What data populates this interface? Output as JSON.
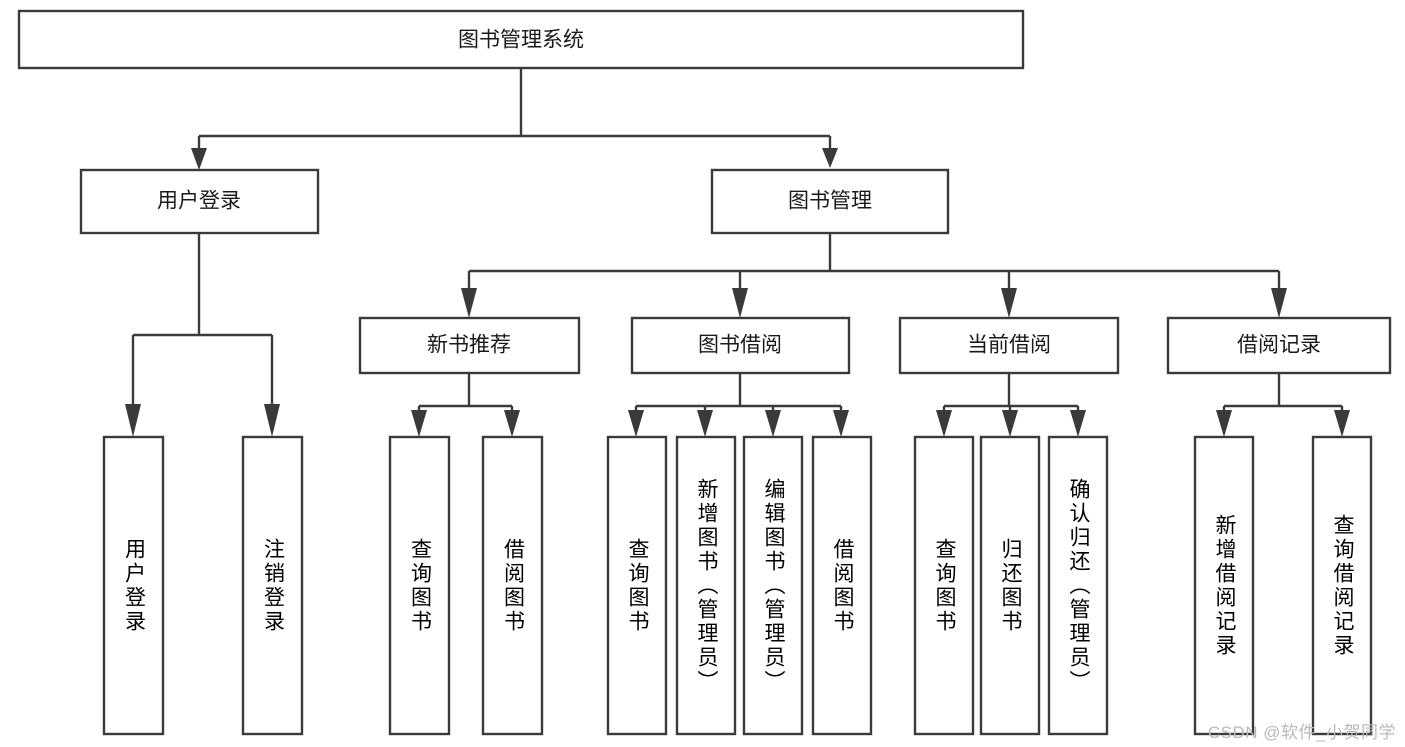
{
  "diagram": {
    "type": "tree-hierarchy",
    "title": "图书管理系统",
    "watermark": "CSDN @软件_小贺同学",
    "colors": {
      "stroke": "#3a3a3a",
      "box_fill": "#ffffff",
      "text": "#1a1a1a",
      "background": "#ffffff",
      "watermark": "#b9b9b9"
    },
    "root": {
      "label": "图书管理系统"
    },
    "level2": [
      {
        "label": "用户登录"
      },
      {
        "label": "图书管理"
      }
    ],
    "level3": [
      {
        "label": "新书推荐"
      },
      {
        "label": "图书借阅"
      },
      {
        "label": "当前借阅"
      },
      {
        "label": "借阅记录"
      }
    ],
    "leaves": {
      "user_login": [
        {
          "label": "用户登录"
        },
        {
          "label": "注销登录"
        }
      ],
      "new_book_recommend": [
        {
          "label": "查询图书"
        },
        {
          "label": "借阅图书"
        }
      ],
      "book_borrow": [
        {
          "label": "查询图书"
        },
        {
          "label": "新增图书（管理员）"
        },
        {
          "label": "编辑图书（管理员）"
        },
        {
          "label": "借阅图书"
        }
      ],
      "current_borrow": [
        {
          "label": "查询图书"
        },
        {
          "label": "归还图书"
        },
        {
          "label": "确认归还（管理员）"
        }
      ],
      "borrow_record": [
        {
          "label": "新增借阅记录"
        },
        {
          "label": "查询借阅记录"
        }
      ]
    }
  }
}
